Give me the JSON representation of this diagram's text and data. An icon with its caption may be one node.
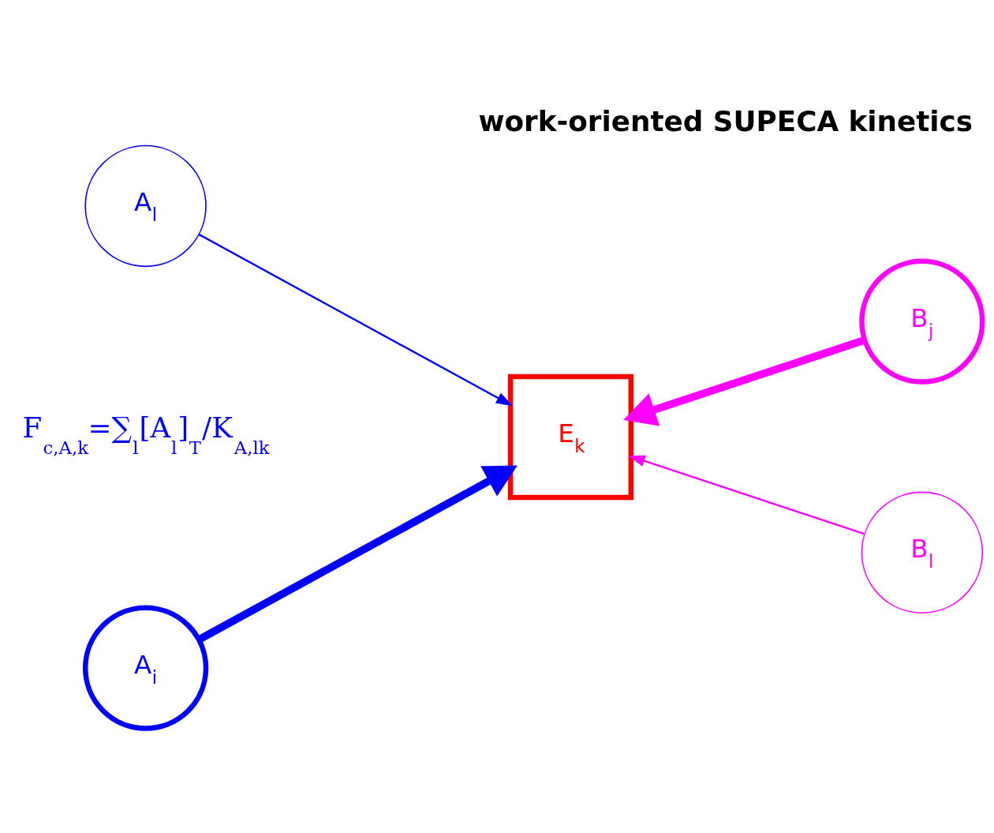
{
  "diagram": {
    "title": "work-oriented SUPECA kinetics",
    "nodes": [
      {
        "text": [
          "A$_{l}$"
        ]
      },
      {
        "text": [
          "A$_{i}$"
        ]
      },
      {
        "text": [
          "E$_{k}$"
        ]
      },
      {
        "text": [
          "B$_{j}$"
        ]
      },
      {
        "text": [
          "B$_{l}$"
        ]
      }
    ],
    "edges": [
      {
        "from": 0,
        "to": 2,
        "arrow": "to",
        "color": "#0000ff"
      },
      {
        "from": 1,
        "to": 2,
        "arrow": "to",
        "style": "thick",
        "color": "#0000ff"
      },
      {
        "from": 3,
        "to": 2,
        "arrow": "to",
        "style": "thick",
        "color": "#ff00ff"
      },
      {
        "from": 4,
        "to": 2,
        "arrow": "to",
        "color": "#ff00ff"
      }
    ],
    "labels": [
      "F$_{c,A,k}$=∑$_{l}$[A$_{l}$]$_{T}$/K$_{A,lk}$"
    ]
  }
}
